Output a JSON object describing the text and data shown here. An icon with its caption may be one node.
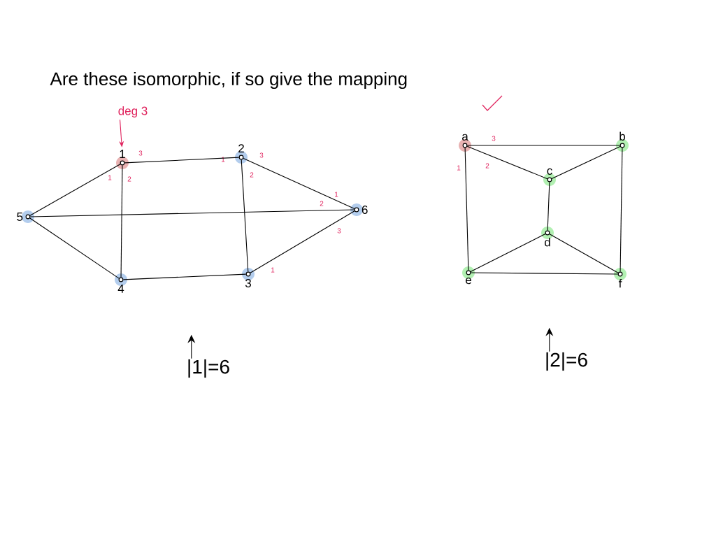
{
  "diagram": {
    "title": "Are these isomorphic, if so give the mapping",
    "nodes": [
      {
        "text": [
          "deg 3"
        ]
      },
      {
        "text": [
          "1"
        ]
      },
      {
        "text": [
          "2"
        ]
      },
      {
        "text": [
          "5"
        ]
      },
      {
        "text": [
          "6"
        ]
      },
      {
        "text": [
          "4"
        ]
      },
      {
        "text": [
          "3"
        ]
      },
      {
        "text": [
          "a"
        ]
      },
      {
        "text": [
          "b"
        ]
      },
      {
        "text": [
          "c"
        ]
      },
      {
        "text": [
          "d"
        ]
      },
      {
        "text": [
          "e"
        ]
      },
      {
        "text": [
          "f"
        ]
      },
      {
        "text": [
          "|1|=6"
        ]
      },
      {
        "text": [
          "|2|=6"
        ]
      }
    ],
    "edges": [
      {
        "from": 0,
        "to": 1,
        "arrow": "to",
        "color": "#e0245e"
      },
      {
        "from": 1,
        "to": 2,
        "arrow": "none"
      },
      {
        "from": 1,
        "to": 3,
        "arrow": "none"
      },
      {
        "from": 1,
        "to": 5,
        "arrow": "none"
      },
      {
        "from": 2,
        "to": 4,
        "arrow": "none"
      },
      {
        "from": 2,
        "to": 6,
        "arrow": "none"
      },
      {
        "from": 3,
        "to": 4,
        "arrow": "none"
      },
      {
        "from": 3,
        "to": 5,
        "arrow": "none"
      },
      {
        "from": 5,
        "to": 6,
        "arrow": "none"
      },
      {
        "from": 6,
        "to": 4,
        "arrow": "none"
      },
      {
        "from": 7,
        "to": 8,
        "arrow": "none"
      },
      {
        "from": 7,
        "to": 9,
        "arrow": "none"
      },
      {
        "from": 7,
        "to": 11,
        "arrow": "none"
      },
      {
        "from": 8,
        "to": 9,
        "arrow": "none"
      },
      {
        "from": 8,
        "to": 12,
        "arrow": "none"
      },
      {
        "from": 9,
        "to": 10,
        "arrow": "none"
      },
      {
        "from": 10,
        "to": 11,
        "arrow": "none"
      },
      {
        "from": 10,
        "to": 12,
        "arrow": "none"
      },
      {
        "from": 11,
        "to": 12,
        "arrow": "none"
      },
      {
        "from": 13,
        "to": null,
        "arrow": "to"
      },
      {
        "from": 14,
        "to": null,
        "arrow": "to"
      }
    ],
    "labels": [
      "3",
      "1",
      "2",
      "1",
      "3",
      "2",
      "1",
      "2",
      "3",
      "1",
      "3",
      "1",
      "2"
    ]
  }
}
